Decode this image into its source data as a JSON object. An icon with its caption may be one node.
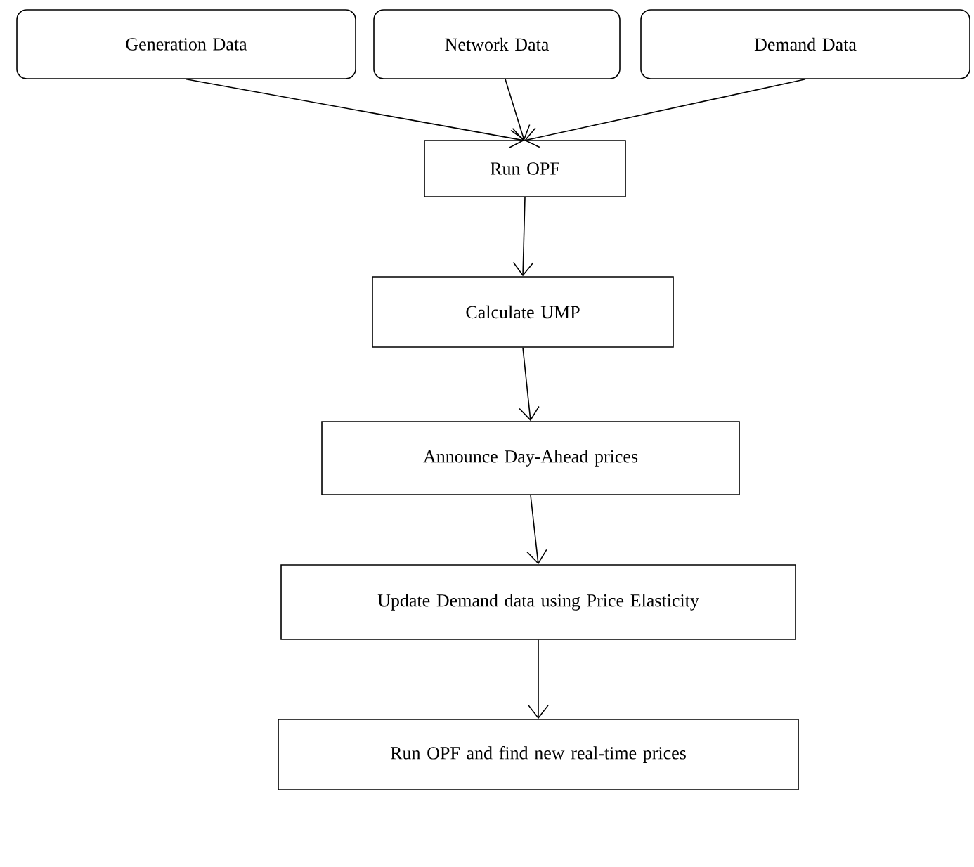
{
  "diagram": {
    "nodes": [
      {
        "text": [
          "Generation Data"
        ]
      },
      {
        "text": [
          "Network Data"
        ]
      },
      {
        "text": [
          "Demand Data"
        ]
      },
      {
        "text": [
          "Run OPF"
        ]
      },
      {
        "text": [
          "Calculate UMP"
        ]
      },
      {
        "text": [
          "Announce Day-Ahead prices"
        ]
      },
      {
        "text": [
          "Update Demand data using Price Elasticity"
        ]
      },
      {
        "text": [
          "Run OPF and find new real-time prices"
        ]
      }
    ],
    "edges": [
      {
        "from": 0,
        "to": 3,
        "arrow": "to"
      },
      {
        "from": 1,
        "to": 3,
        "arrow": "to"
      },
      {
        "from": 2,
        "to": 3,
        "arrow": "to"
      },
      {
        "from": 3,
        "to": 4,
        "arrow": "to"
      },
      {
        "from": 4,
        "to": 5,
        "arrow": "to"
      },
      {
        "from": 5,
        "to": 6,
        "arrow": "to"
      },
      {
        "from": 6,
        "to": 7,
        "arrow": "to"
      }
    ]
  }
}
